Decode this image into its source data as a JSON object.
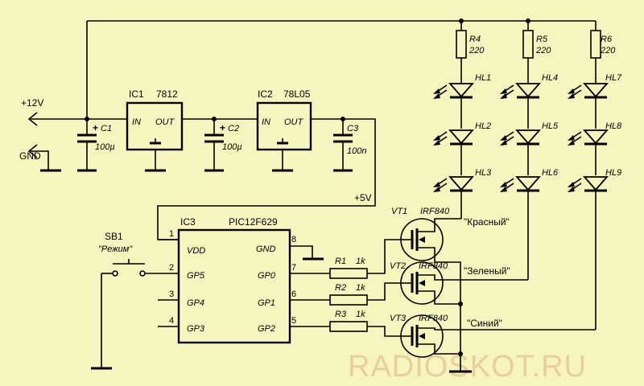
{
  "rails": {
    "plus12": "+12V",
    "gnd": "GND",
    "plus5": "+5V"
  },
  "ic1": {
    "ref": "IC1",
    "part": "7812",
    "in": "IN",
    "out": "OUT"
  },
  "ic2": {
    "ref": "IC2",
    "part": "78L05",
    "in": "IN",
    "out": "OUT"
  },
  "c1": {
    "ref": "C1",
    "value": "100µ",
    "plus": "+"
  },
  "c2": {
    "ref": "C2",
    "value": "100µ",
    "plus": "+"
  },
  "c3": {
    "ref": "C3",
    "value": "100n"
  },
  "ic3": {
    "ref": "IC3",
    "part": "PIC12F629",
    "left_pins": [
      {
        "num": "1",
        "name": "VDD"
      },
      {
        "num": "2",
        "name": "GP5"
      },
      {
        "num": "3",
        "name": "GP4"
      },
      {
        "num": "4",
        "name": "GP3"
      }
    ],
    "right_pins": [
      {
        "num": "8",
        "name": "GND"
      },
      {
        "num": "7",
        "name": "GP0"
      },
      {
        "num": "6",
        "name": "GP1"
      },
      {
        "num": "5",
        "name": "GP2"
      }
    ]
  },
  "sb1": {
    "ref": "SB1",
    "label": "\"Режим\""
  },
  "gate_resistors": [
    {
      "ref": "R1",
      "value": "1k"
    },
    {
      "ref": "R2",
      "value": "1k"
    },
    {
      "ref": "R3",
      "value": "1k"
    }
  ],
  "transistors": [
    {
      "ref": "VT1",
      "part": "IRF840",
      "channel": "\"Красный\""
    },
    {
      "ref": "VT2",
      "part": "IRF840",
      "channel": "\"Зеленый\""
    },
    {
      "ref": "VT3",
      "part": "IRF840",
      "channel": "\"Синий\""
    }
  ],
  "led_resistors": [
    {
      "ref": "R4",
      "value": "220"
    },
    {
      "ref": "R5",
      "value": "220"
    },
    {
      "ref": "R6",
      "value": "220"
    }
  ],
  "leds": [
    "HL1",
    "HL2",
    "HL3",
    "HL4",
    "HL5",
    "HL6",
    "HL7",
    "HL8",
    "HL9"
  ],
  "watermark": "RADIOSKOT.RU"
}
